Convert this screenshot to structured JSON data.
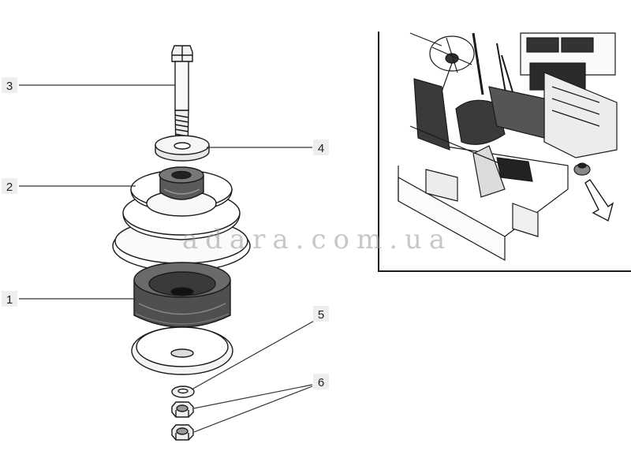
{
  "callouts": {
    "c1": "1",
    "c2": "2",
    "c3": "3",
    "c4": "4",
    "c5": "5",
    "c6": "6"
  },
  "watermark": "adara.com.ua",
  "colors": {
    "line": "#1a1a1a",
    "rubber": "#555555",
    "background": "#ffffff"
  }
}
